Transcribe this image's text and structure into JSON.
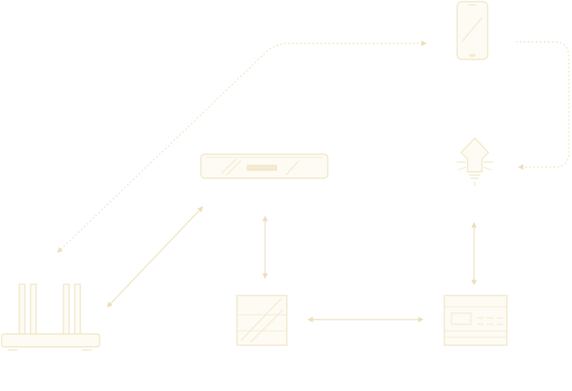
{
  "diagram": {
    "colors": {
      "background": "#ffffff",
      "stroke": "#f3ebd2",
      "stroke_dark": "#e9dcb4",
      "fill": "#fdfbf3"
    },
    "nodes": [
      {
        "id": "router",
        "icon": "wifi-router-icon"
      },
      {
        "id": "gateway",
        "icon": "gateway-box-icon"
      },
      {
        "id": "phone",
        "icon": "smartphone-icon"
      },
      {
        "id": "light",
        "icon": "smart-bulb-icon"
      },
      {
        "id": "switch",
        "icon": "switch-module-icon"
      },
      {
        "id": "controller",
        "icon": "controller-panel-icon"
      }
    ]
  }
}
